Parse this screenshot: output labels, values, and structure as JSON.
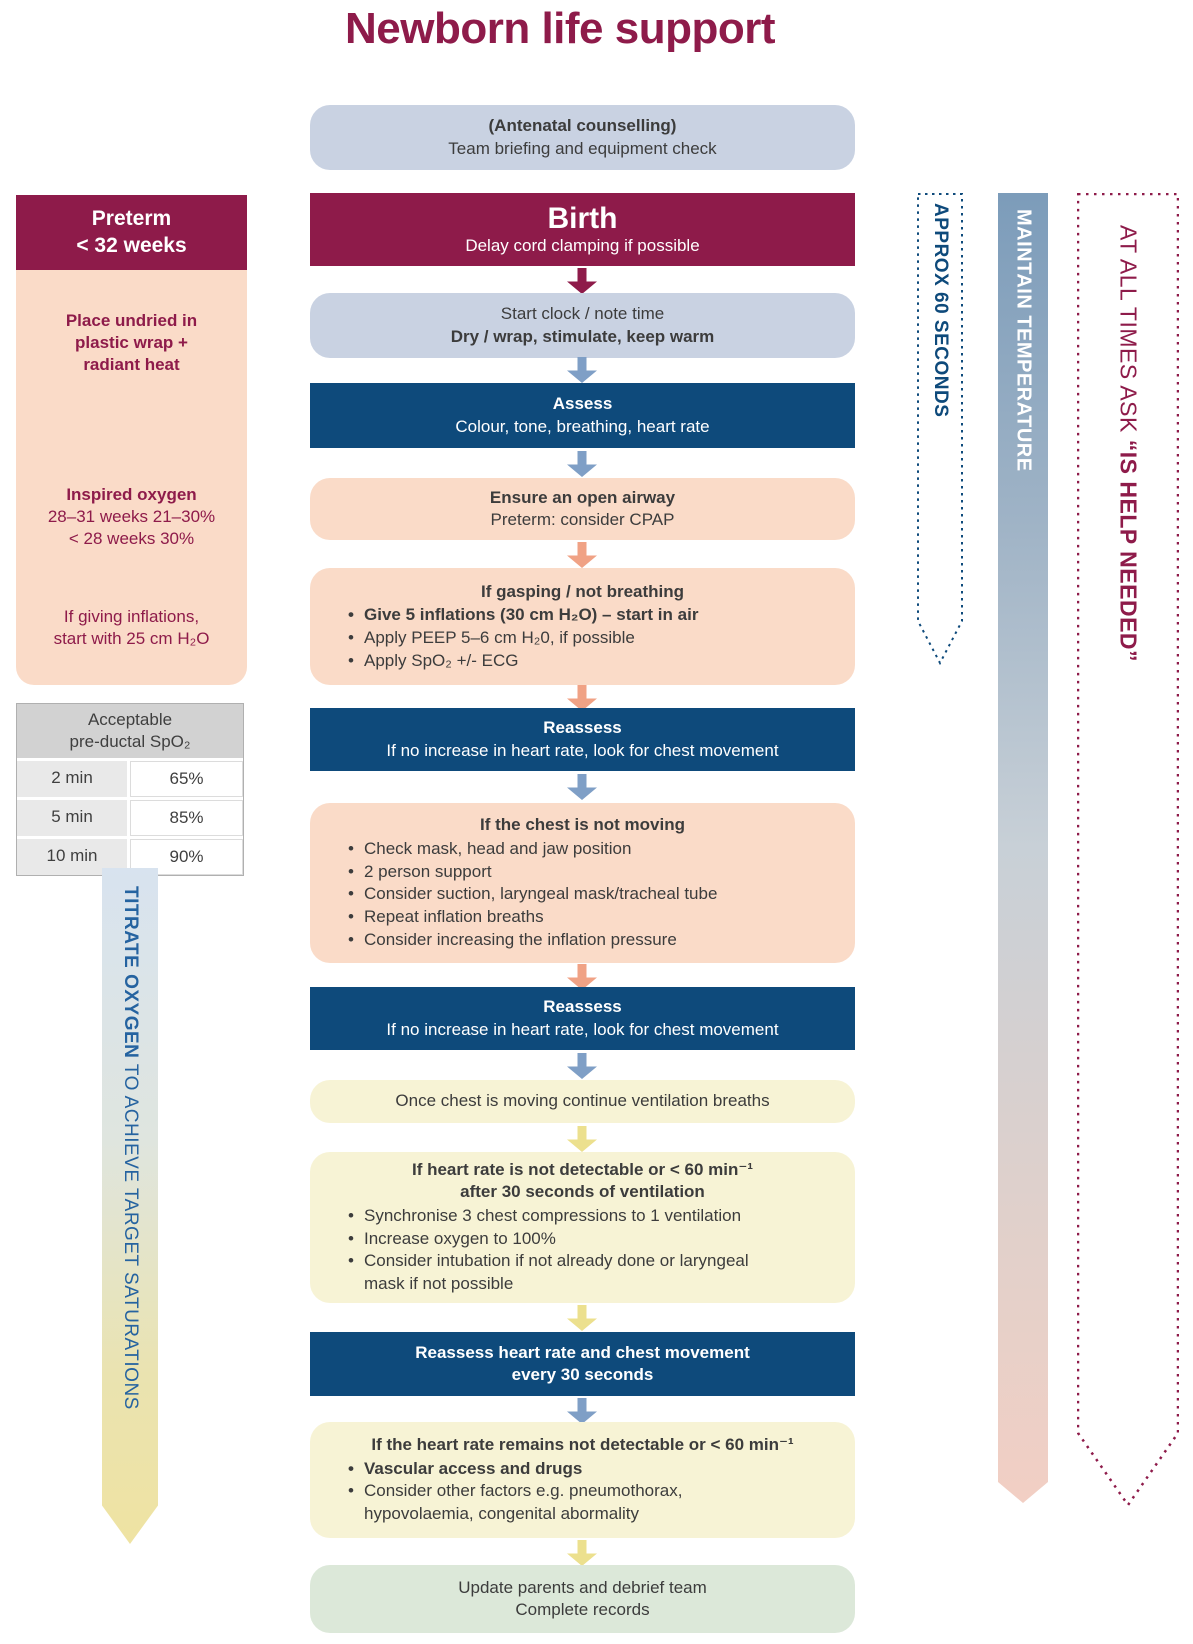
{
  "title": "Newborn life support",
  "colors": {
    "maroon": "#8e1b4a",
    "navy": "#0e4a7b",
    "pink_box": "#fadbc8",
    "light_blue_box": "#c9d2e2",
    "yellow_box": "#f7f3d5",
    "green_box": "#dce8d9",
    "blue_arrow": "#7f9fc6",
    "salmon_arrow": "#f0a285",
    "yellow_arrow": "#ece08e",
    "titrate_text": "#2563a0"
  },
  "sidebar": {
    "header": "Preterm\n< 32 weeks",
    "place_undried": "Place undried in\nplastic wrap +\nradiant heat",
    "inspired_title": "Inspired oxygen",
    "inspired_lines": "28–31 weeks 21–30%\n< 28 weeks 30%",
    "inflations": "If giving inflations,\nstart with 25 cm H₂O"
  },
  "spo2_table": {
    "header": "Acceptable\npre-ductal SpO₂",
    "rows": [
      {
        "time": "2 min",
        "value": "65%"
      },
      {
        "time": "5 min",
        "value": "85%"
      },
      {
        "time": "10 min",
        "value": "90%"
      }
    ]
  },
  "banners": {
    "titrate_bold": "TITRATE OXYGEN",
    "titrate_rest": " TO ACHIEVE TARGET SATURATIONS",
    "approx": "APPROX 60 SECONDS",
    "maintain": "MAINTAIN TEMPERATURE",
    "ask_prefix": "AT ALL TIMES ASK ",
    "ask_bold": "“IS HELP NEEDED”"
  },
  "flow": {
    "antenatal": {
      "title": "(Antenatal counselling)",
      "subtitle": "Team briefing and equipment check"
    },
    "birth": {
      "title": "Birth",
      "subtitle": "Delay cord clamping if possible"
    },
    "start_clock": {
      "line1": "Start clock / note time",
      "line2": "Dry / wrap, stimulate, keep warm"
    },
    "assess": {
      "title": "Assess",
      "subtitle": "Colour, tone, breathing, heart rate"
    },
    "airway": {
      "title": "Ensure an open airway",
      "subtitle": "Preterm: consider CPAP"
    },
    "gasping": {
      "title": "If gasping / not breathing",
      "bullets": [
        "Give 5 inflations (30 cm H₂O) – start in air",
        "Apply PEEP 5–6 cm H₂0, if possible",
        "Apply SpO₂ +/- ECG"
      ]
    },
    "reassess1": {
      "title": "Reassess",
      "subtitle": "If no increase in heart rate, look for chest movement"
    },
    "chest_not_moving": {
      "title": "If the chest is not moving",
      "bullets": [
        "Check mask, head and jaw position",
        "2 person support",
        "Consider suction, laryngeal mask/tracheal tube",
        "Repeat inflation breaths",
        "Consider increasing the inflation pressure"
      ]
    },
    "reassess2": {
      "title": "Reassess",
      "subtitle": "If no increase in heart rate, look for chest movement"
    },
    "once_chest": {
      "line": "Once chest is moving continue ventilation breaths"
    },
    "hr_not_detectable": {
      "title": "If heart rate is not detectable or < 60 min⁻¹\nafter 30 seconds of ventilation",
      "bullets": [
        "Synchronise 3 chest compressions to 1 ventilation",
        "Increase oxygen to 100%",
        "Consider intubation if not already done or laryngeal\nmask if not possible"
      ]
    },
    "reassess_30": {
      "title": "Reassess heart rate and chest movement\nevery 30 seconds"
    },
    "hr_remains": {
      "title": "If the heart rate remains not detectable or < 60 min⁻¹",
      "bullets": [
        "Vascular access and drugs",
        "Consider other factors e.g. pneumothorax,\nhypovolaemia, congenital abormality"
      ]
    },
    "update_parents": {
      "line1": "Update parents and debrief team",
      "line2": "Complete records"
    }
  }
}
